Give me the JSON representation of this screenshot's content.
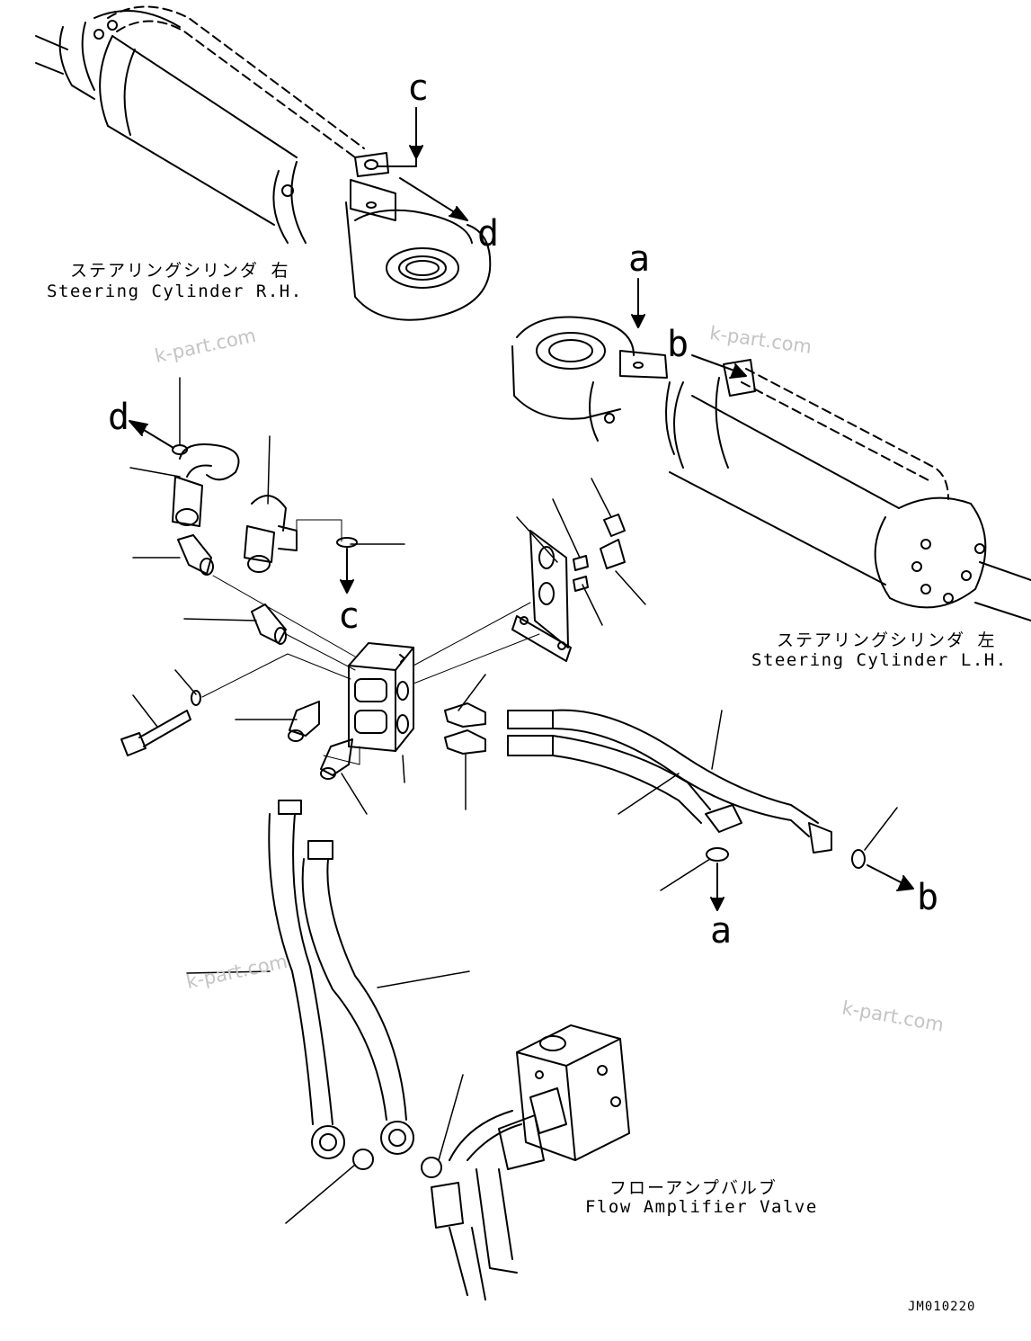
{
  "labels": {
    "letter_a": "a",
    "letter_b": "b",
    "letter_c": "c",
    "letter_d": "d"
  },
  "captions": {
    "rh_jp": "ステアリングシリンダ 右",
    "rh_en": "Steering Cylinder R.H.",
    "lh_jp": "ステアリングシリンダ 左",
    "lh_en": "Steering Cylinder L.H.",
    "valve_jp": "フローアンプバルブ",
    "valve_en": "Flow Amplifier Valve"
  },
  "watermark": "k-part.com",
  "drawing_code": "JM010220"
}
